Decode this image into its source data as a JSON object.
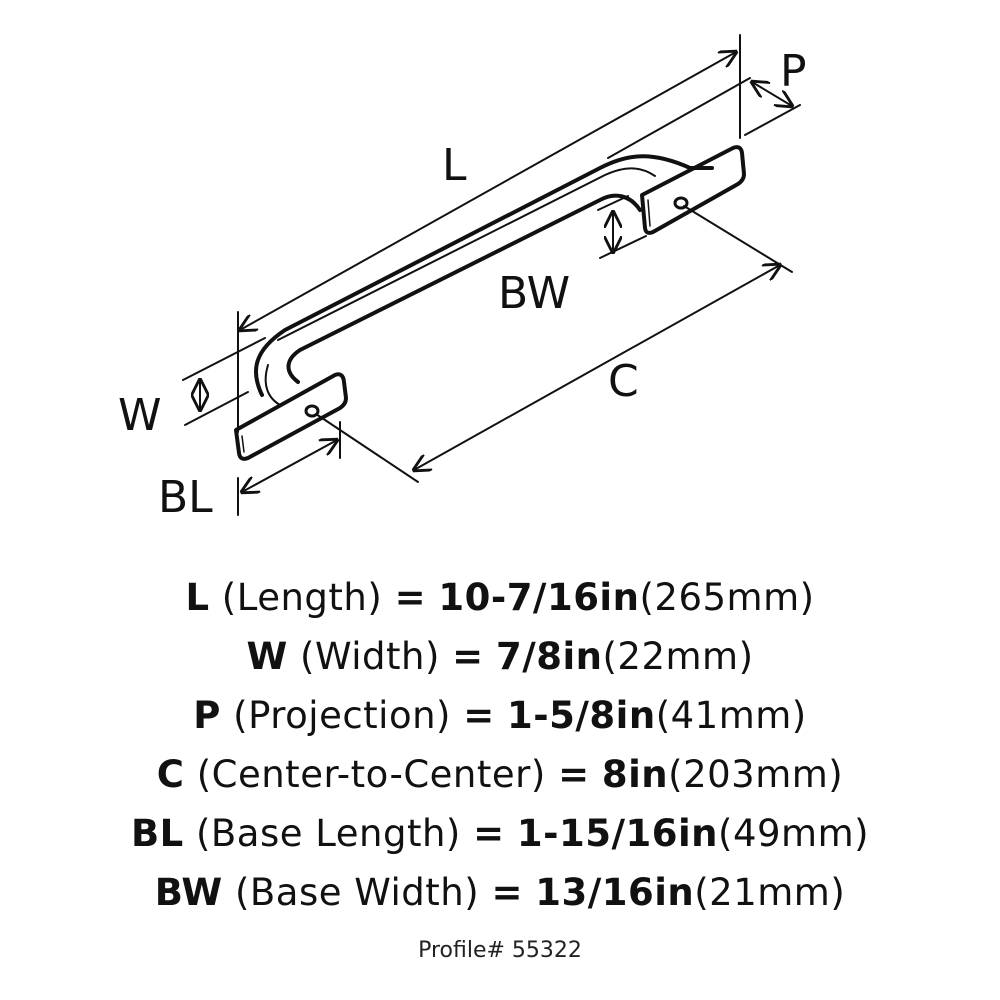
{
  "diagram": {
    "labels": {
      "L": "L",
      "P": "P",
      "W": "W",
      "BW": "BW",
      "C": "C",
      "BL": "BL"
    }
  },
  "specs": [
    {
      "key": "L",
      "name": "(Length)",
      "eq": "=",
      "inches": "10-7/16in",
      "mm": "(265mm)"
    },
    {
      "key": "W",
      "name": "(Width)",
      "eq": "=",
      "inches": "7/8in",
      "mm": "(22mm)"
    },
    {
      "key": "P",
      "name": "(Projection)",
      "eq": "=",
      "inches": "1-5/8in",
      "mm": "(41mm)"
    },
    {
      "key": "C",
      "name": "(Center-to-Center)",
      "eq": "=",
      "inches": "8in",
      "mm": "(203mm)"
    },
    {
      "key": "BL",
      "name": "(Base Length)",
      "eq": "=",
      "inches": "1-15/16in",
      "mm": "(49mm)"
    },
    {
      "key": "BW",
      "name": "(Base Width)",
      "eq": "=",
      "inches": "13/16in",
      "mm": "(21mm)"
    }
  ],
  "profile": "Profile# 55322"
}
